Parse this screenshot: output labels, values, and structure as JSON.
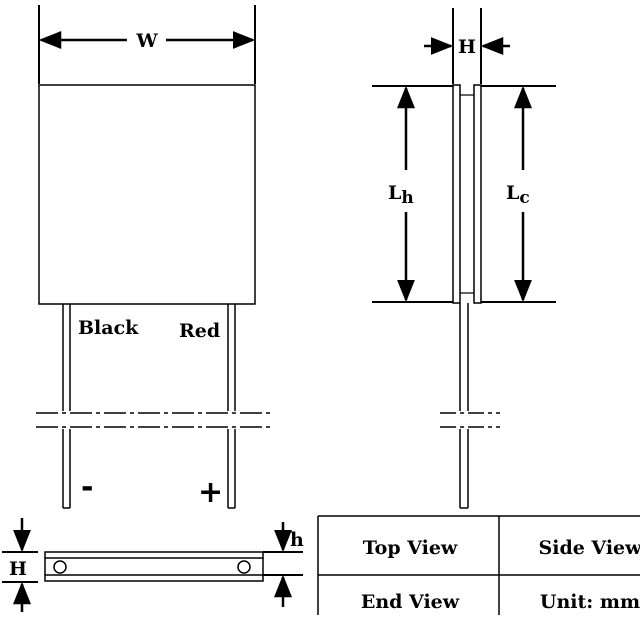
{
  "top_view": {
    "width_label": "W",
    "lead_left_label": "Black",
    "lead_right_label": "Red",
    "minus_sign": "-",
    "plus_sign": "+"
  },
  "side_view": {
    "thickness_label": "H",
    "hot_length_label": "L",
    "hot_length_sub": "h",
    "cold_length_label": "L",
    "cold_length_sub": "c"
  },
  "end_view": {
    "thickness_label": "H",
    "gap_label": "h"
  },
  "legend_table": {
    "cells": [
      "Top View",
      "Side View",
      "End View",
      "Unit: mm"
    ]
  }
}
